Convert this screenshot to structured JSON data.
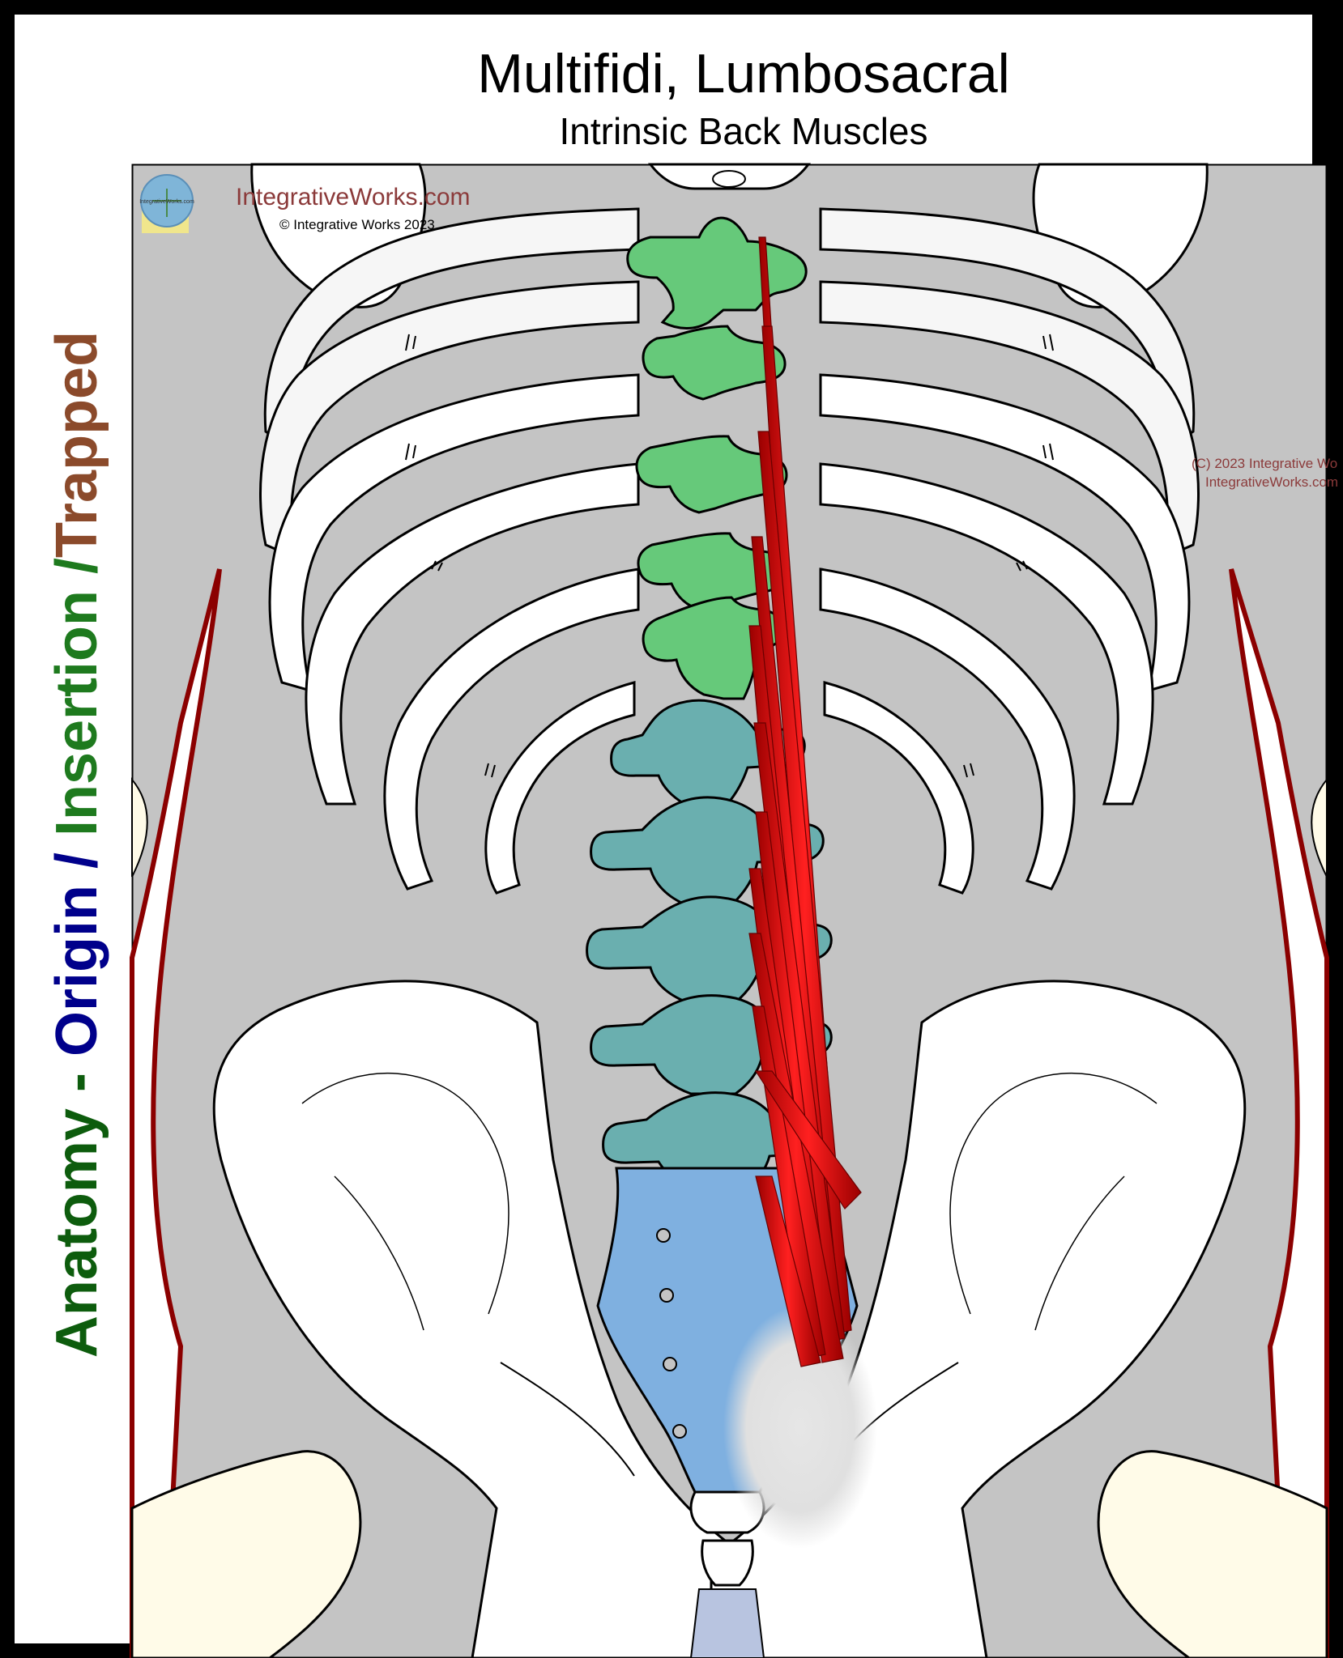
{
  "title": "Multifidi, Lumbosacral",
  "subtitle": "Intrinsic Back Muscles",
  "sidebar": {
    "part1": "Anatomy",
    "sep1": " - ",
    "part2": "Origin",
    "sep2": " / ",
    "part3": "Insertion",
    "sep3": " /",
    "part4": "Trapped"
  },
  "brand": {
    "site": "IntegrativeWorks.com",
    "copyright": "© Integrative Works 2023",
    "logo_text": "IntegrativeWorks.com"
  },
  "watermark": {
    "line1": "(C) 2023 Integrative Wo",
    "line2": "IntegrativeWorks.com"
  },
  "colors": {
    "background_gray": "#c4c4c4",
    "thoracic_vertebrae": "#66c97a",
    "lumbar_vertebrae": "#6aafaf",
    "sacrum": "#7fb0e0",
    "muscle": "#dd1010",
    "body_outline": "#8b0000",
    "anatomy_label": "#0d5c0d",
    "origin_label": "#00008b",
    "insertion_label": "#1e7a1e",
    "trapped_label": "#8b4a2b",
    "brand_text": "#8b3a3a"
  },
  "icons": {
    "logo": "vitruvian-man-icon"
  }
}
